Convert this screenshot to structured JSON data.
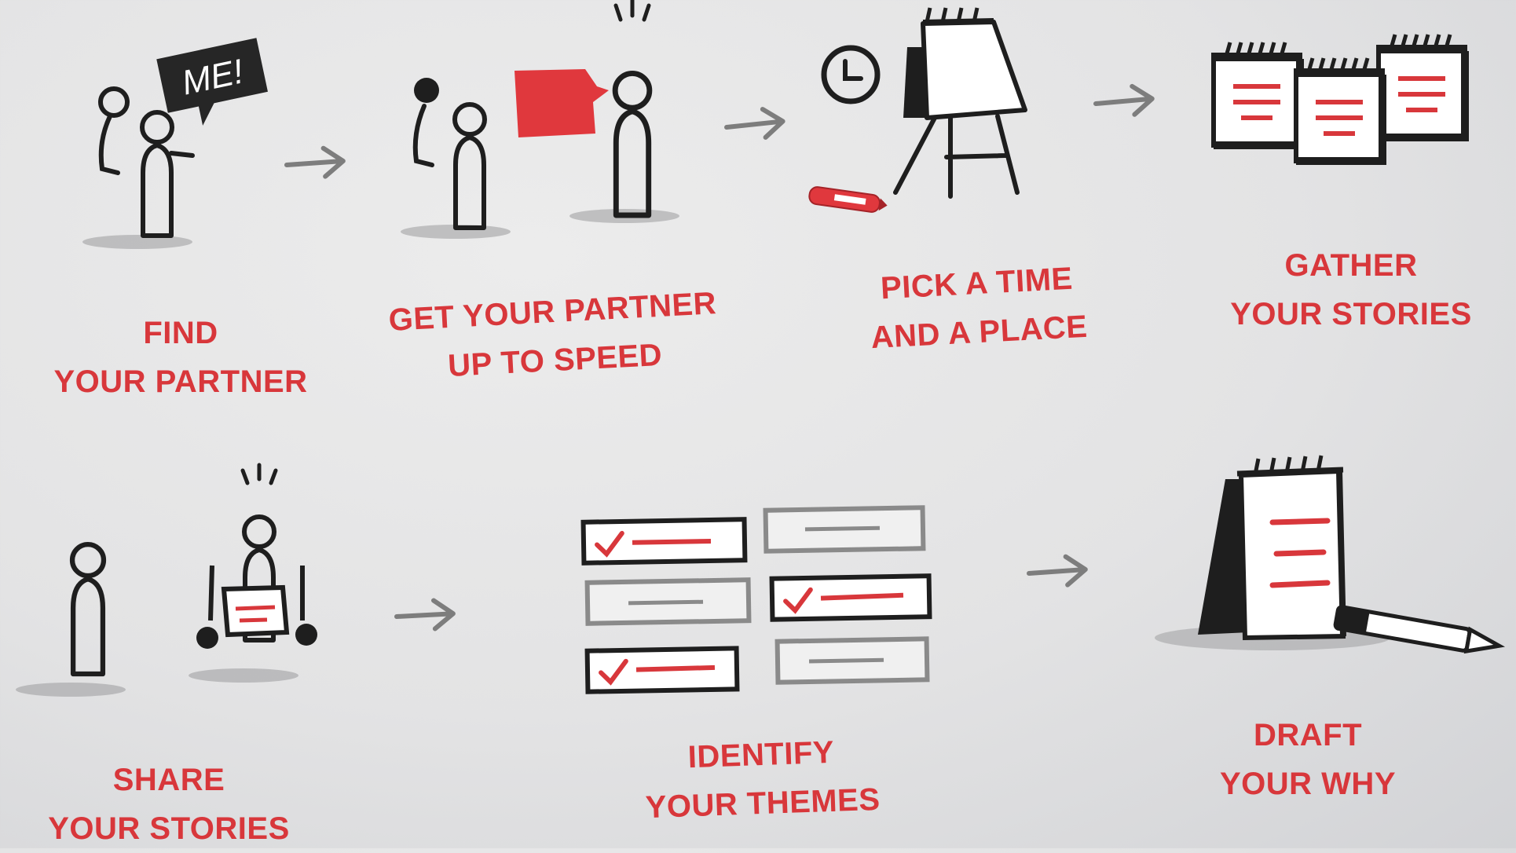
{
  "steps": [
    {
      "line1": "FIND",
      "line2": "YOUR PARTNER"
    },
    {
      "line1": "GET YOUR PARTNER",
      "line2": "UP TO SPEED"
    },
    {
      "line1": "PICK A TIME",
      "line2": "AND A PLACE"
    },
    {
      "line1": "GATHER",
      "line2": "YOUR STORIES"
    },
    {
      "line1": "SHARE",
      "line2": "YOUR STORIES"
    },
    {
      "line1": "IDENTIFY",
      "line2": "YOUR THEMES"
    },
    {
      "line1": "DRAFT",
      "line2": "YOUR WHY"
    }
  ],
  "speech_bubble_text": "ME!",
  "colors": {
    "accent": "#d8373b",
    "ink": "#1e1e1e",
    "gray": "#7d7d7d",
    "paper": "#e6e6e7"
  },
  "icons": [
    "person-pair-icon",
    "speech-bubble-icon",
    "flipchart-icon",
    "clock-icon",
    "marker-icon",
    "notepad-stack-icon",
    "clipboard-icon",
    "checklist-icon",
    "notepad-pen-icon",
    "arrow-right-icon"
  ]
}
